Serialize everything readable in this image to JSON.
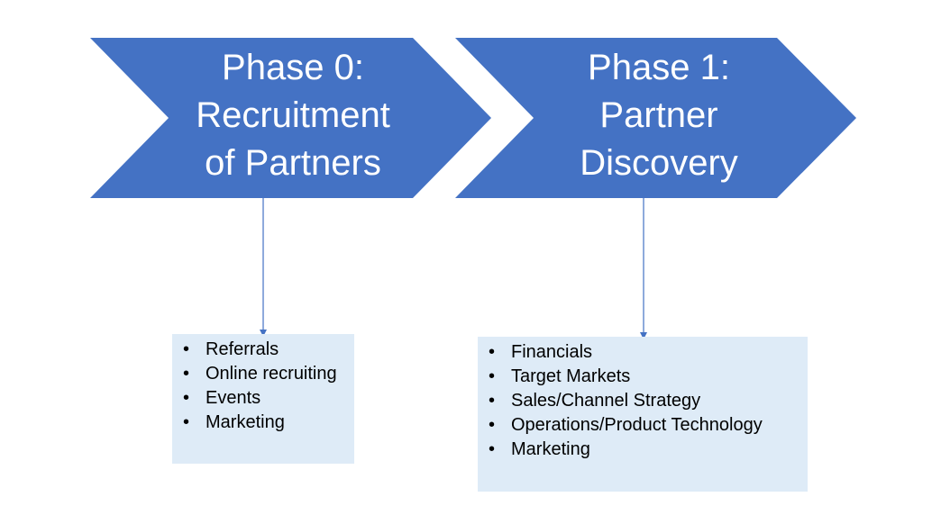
{
  "colors": {
    "chevron_fill": "#4472c4",
    "connector": "#4472c4",
    "box_fill": "#deebf7",
    "title_text": "#ffffff",
    "body_text": "#000000"
  },
  "phases": [
    {
      "title_lines": [
        "Phase 0:",
        "Recruitment",
        "of Partners"
      ],
      "items": [
        "Referrals",
        "Online recruiting",
        "Events",
        "Marketing"
      ]
    },
    {
      "title_lines": [
        "Phase 1:",
        "Partner",
        "Discovery"
      ],
      "items": [
        "Financials",
        "Target Markets",
        "Sales/Channel Strategy",
        "Operations/Product Technology",
        "Marketing"
      ]
    }
  ]
}
